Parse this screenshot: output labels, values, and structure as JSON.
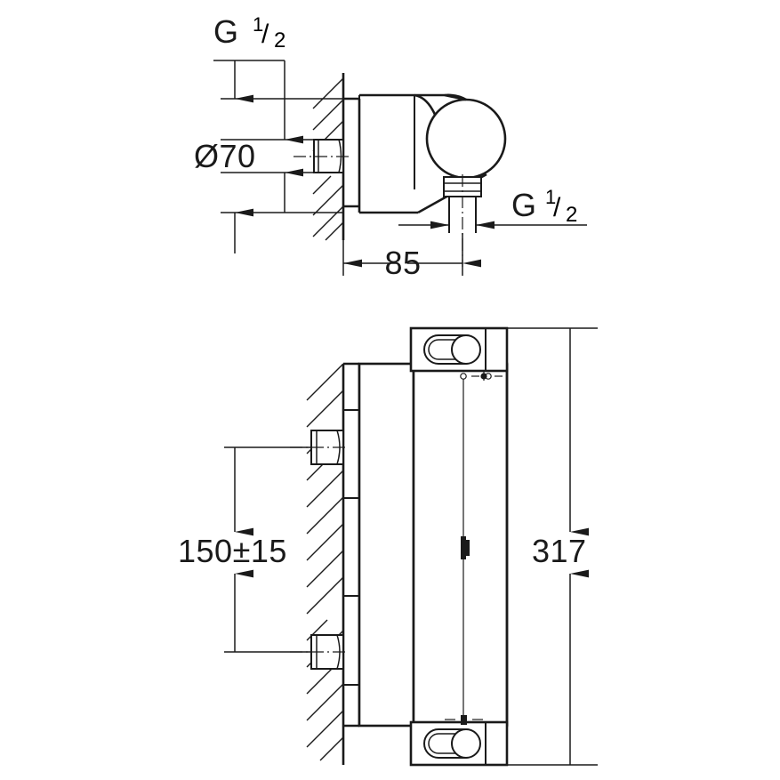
{
  "drawing": {
    "title": "Thermostatic shower mixer dimensional drawing",
    "background_color": "#ffffff",
    "line_color": "#1a1a1a",
    "views": [
      {
        "name": "side-section-view",
        "description": "Side profile section of wall mounted thermostat body with outlet"
      },
      {
        "name": "front-elevation-view",
        "description": "Front elevation of thermostat body with upper and lower handles"
      }
    ]
  },
  "dimensions": {
    "inlet_thread_top": {
      "label_g": "G",
      "label_numerator": "1",
      "label_slash": "/",
      "label_denominator": "2",
      "full": "G 1/2",
      "view": "side-section-view",
      "meaning": "inlet connection thread"
    },
    "outlet_thread": {
      "label_g": "G",
      "label_numerator": "1",
      "label_slash": "/",
      "label_denominator": "2",
      "full": "G 1/2",
      "view": "side-section-view",
      "meaning": "outlet connection thread"
    },
    "centre_distance": {
      "value": "Ø70",
      "symbol": "Ø",
      "number": "70",
      "view": "side-section-view",
      "meaning": "inlet centre spacing diameter"
    },
    "projection": {
      "value": "85",
      "view": "side-section-view",
      "meaning": "projection from wall to outlet centre in mm"
    },
    "mounting_height": {
      "value": "150±15",
      "nominal": "150",
      "tolerance": "±15",
      "view": "front-elevation-view",
      "meaning": "inlet centre distance in mm with tolerance"
    },
    "overall_width": {
      "value": "317",
      "view": "front-elevation-view",
      "meaning": "overall body length in mm"
    }
  },
  "annotations": {
    "wall_label": "wall-hatching",
    "handle_top_label": "temperature-control-handle",
    "handle_bottom_label": "flow-control-handle",
    "nut_label": "s-union-connector-nut"
  }
}
